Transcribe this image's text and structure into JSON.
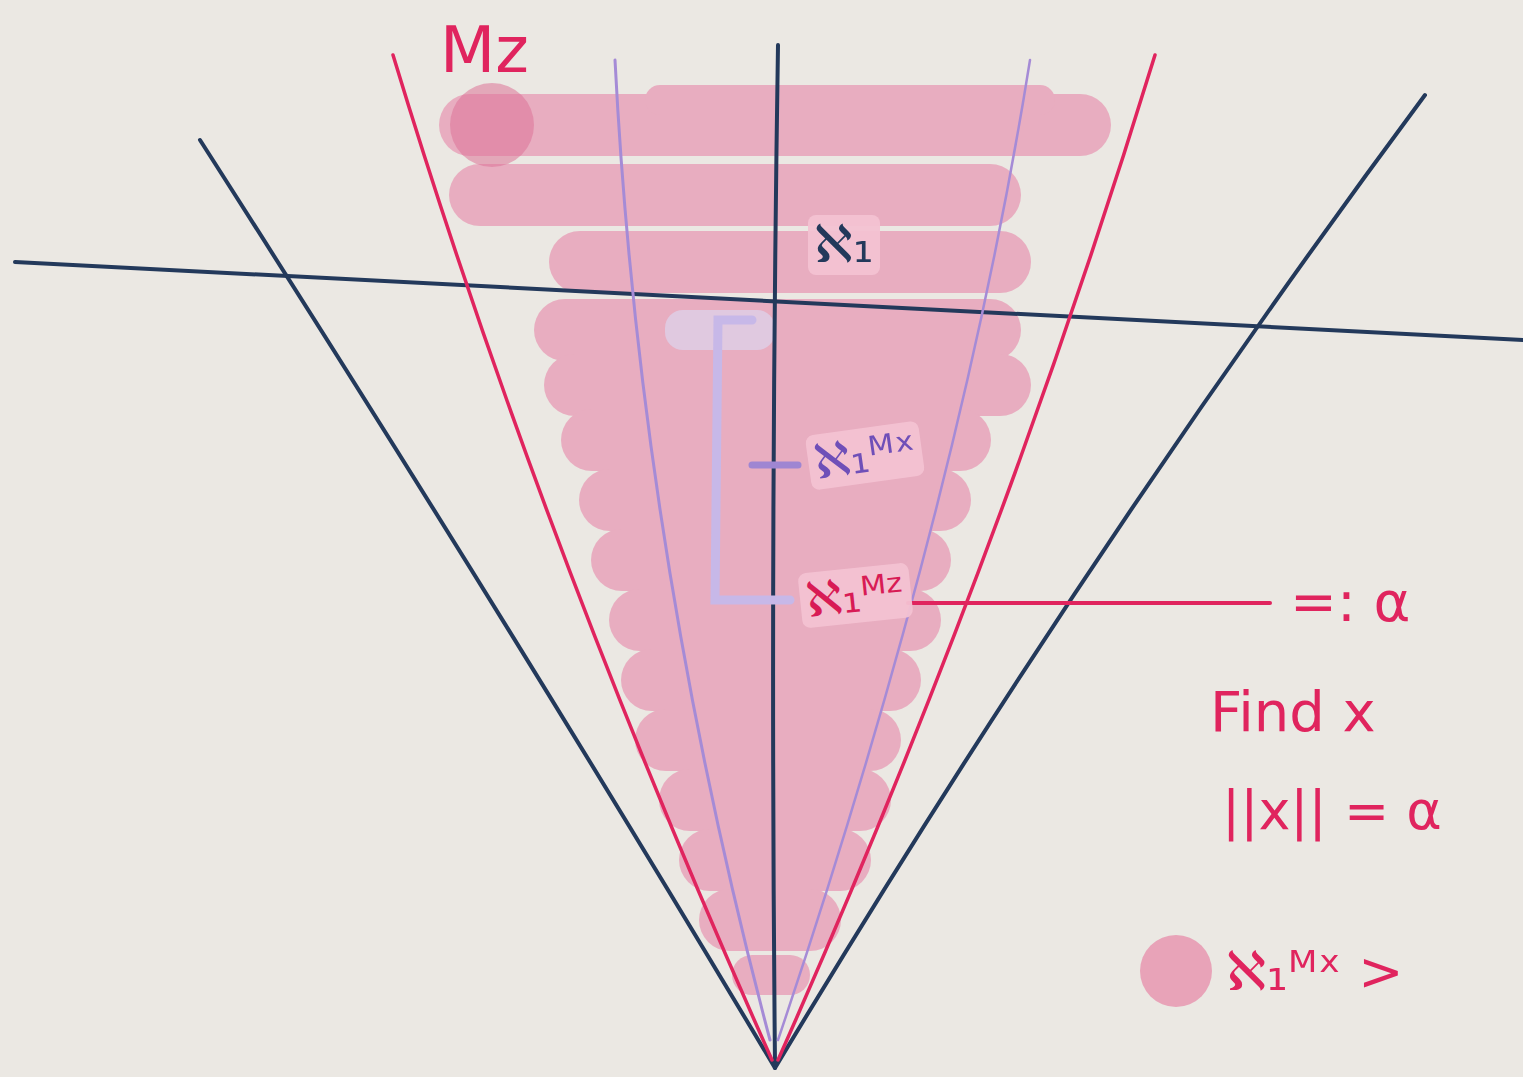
{
  "diagram": {
    "labels": [
      "Mz",
      "ℵ₁",
      "ℵ₁ᴹˣ",
      "ℵ₁ᴹᶻ",
      "=: α",
      "Find x",
      "||x|| = α"
    ],
    "legend": [
      {
        "text": "ℵ₁ᴹˣ >",
        "color": "#e8a3b8"
      }
    ]
  }
}
